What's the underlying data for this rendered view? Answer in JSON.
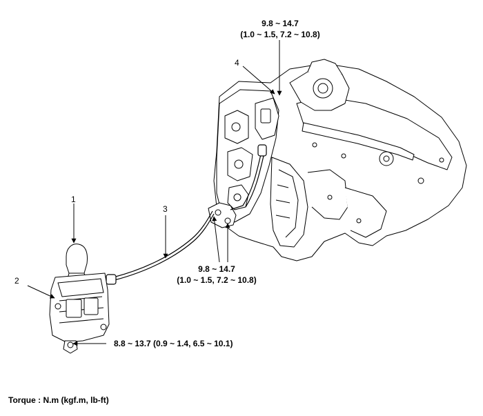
{
  "callouts": {
    "c1": "1",
    "c2": "2",
    "c3": "3",
    "c4": "4"
  },
  "torque": {
    "top": {
      "nm": "9.8 ~ 14.7",
      "alt": "(1.0 ~ 1.5, 7.2 ~ 10.8)"
    },
    "middle": {
      "nm": "9.8 ~ 14.7",
      "alt": "(1.0 ~ 1.5, 7.2 ~ 10.8)"
    },
    "bottom": "8.8 ~ 13.7 (0.9 ~ 1.4, 6.5 ~ 10.1)"
  },
  "footer_note": "Torque : N.m (kgf.m, lb-ft)",
  "colors": {
    "line": "#000000",
    "background": "#ffffff"
  }
}
